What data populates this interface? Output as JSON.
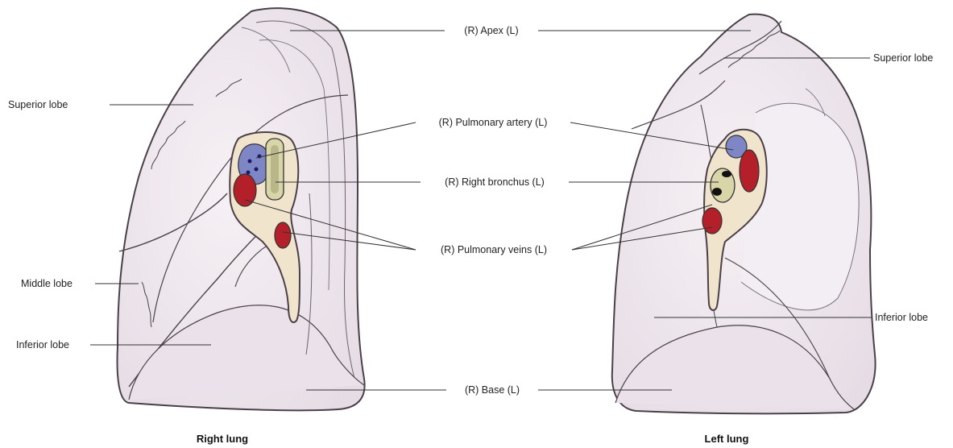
{
  "labels": {
    "apex": "(R) Apex (L)",
    "pulmonary_artery": "(R) Pulmonary artery (L)",
    "right_bronchus": "(R) Right bronchus (L)",
    "pulmonary_veins": "(R) Pulmonary veins (L)",
    "base": "(R) Base (L)",
    "right_superior_lobe": "Superior lobe",
    "right_middle_lobe": "Middle lobe",
    "right_inferior_lobe": "Inferior lobe",
    "left_superior_lobe": "Superior lobe",
    "left_inferior_lobe": "Inferior lobe"
  },
  "captions": {
    "right": "Right lung",
    "left": "Left lung"
  },
  "colors": {
    "lung_fill": "#efe8ee",
    "lung_shade": "#e3d9e2",
    "outline": "#4a4048",
    "hilum_fill": "#f1e4cc",
    "artery": "#7f86c6",
    "vein": "#b3202a",
    "bronchus": "#d8d6a8"
  }
}
